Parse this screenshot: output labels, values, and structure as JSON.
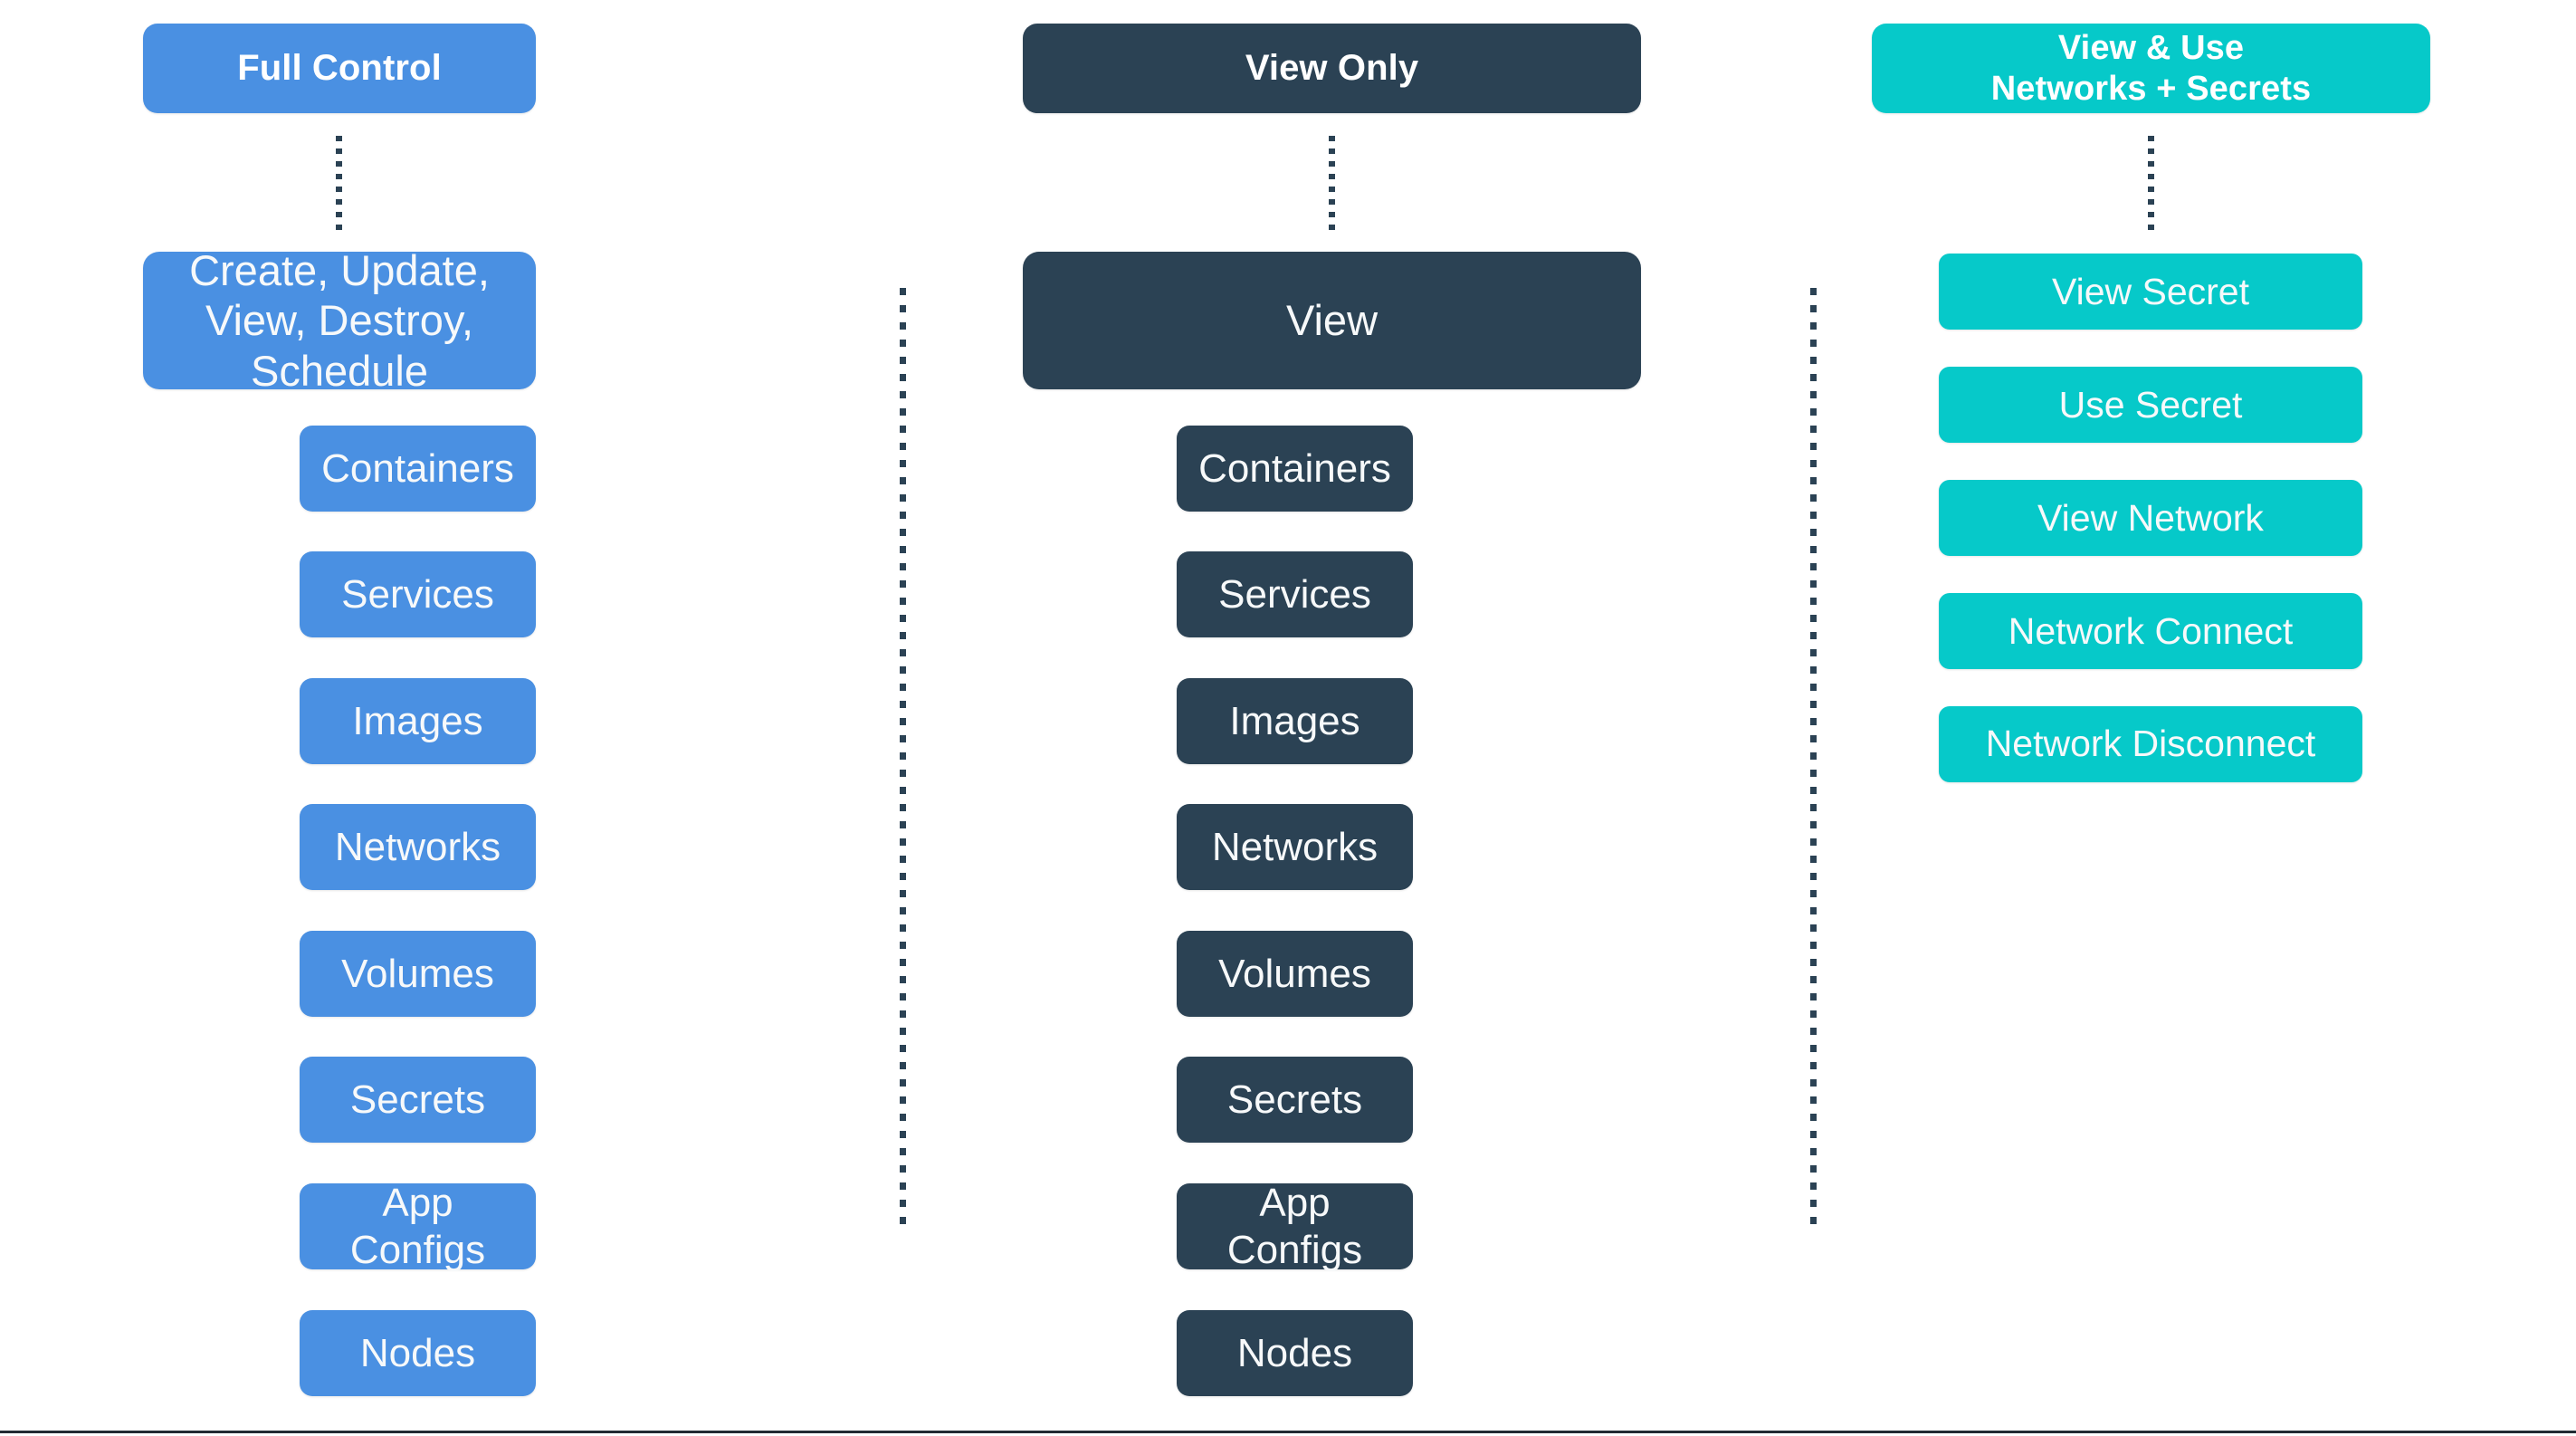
{
  "diagram": {
    "title": "Docker permission levels by role",
    "background_color": "#ffffff",
    "bottom_rule_color": "#222b33"
  },
  "columns": [
    {
      "id": "full-control",
      "accent_color": "#4a90e2",
      "header": "Full Control",
      "action": "Create, Update,\nView, Destroy, Schedule",
      "items": [
        "Containers",
        "Services",
        "Images",
        "Networks",
        "Volumes",
        "Secrets",
        "App Configs",
        "Nodes"
      ]
    },
    {
      "id": "view-only",
      "accent_color": "#2b4254",
      "header": "View Only",
      "action": "View",
      "items": [
        "Containers",
        "Services",
        "Images",
        "Networks",
        "Volumes",
        "Secrets",
        "App Configs",
        "Nodes"
      ]
    },
    {
      "id": "view-and-use",
      "accent_color": "#06c9c9",
      "header": "View & Use\nNetworks + Secrets",
      "action": null,
      "items": [
        "View Secret",
        "Use Secret",
        "View Network",
        "Network Connect",
        "Network Disconnect"
      ]
    }
  ]
}
